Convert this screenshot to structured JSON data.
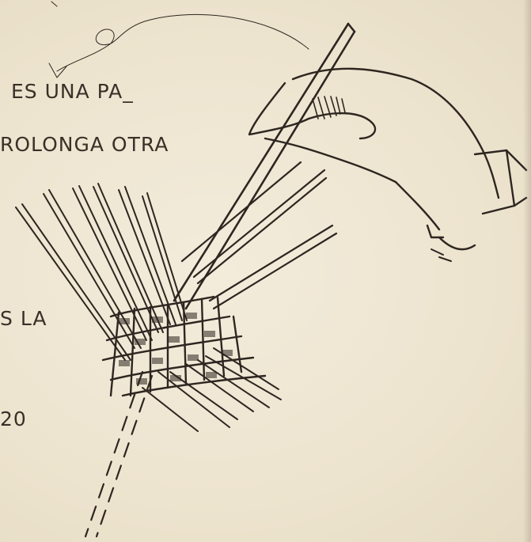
{
  "text_lines": {
    "line1": "ES UNA PA_",
    "line2": "ROLONGA OTRA",
    "line3": "S LA",
    "line4": "20"
  }
}
